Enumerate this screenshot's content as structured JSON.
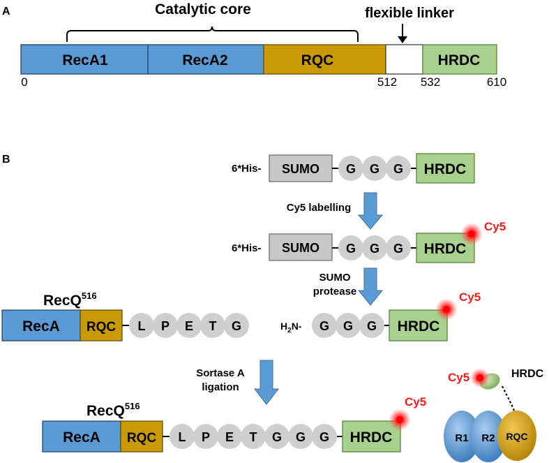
{
  "panel_a": {
    "panel_letter": "A",
    "bracket_label": "Catalytic core",
    "linker_label": "flexible linker",
    "domains": [
      {
        "label": "RecA1",
        "color": "#5b9bd5"
      },
      {
        "label": "RecA2",
        "color": "#5b9bd5"
      },
      {
        "label": "RQC",
        "color": "#c99a06"
      },
      {
        "label": "",
        "color": "#ffffff"
      },
      {
        "label": "HRDC",
        "color": "#a9d18e"
      }
    ],
    "positions": [
      "0",
      "512",
      "532",
      "610"
    ]
  },
  "panel_b": {
    "panel_letter": "B",
    "his_tag": "6*His-",
    "sumo": "SUMO",
    "hrdc": "HRDC",
    "gly": "G",
    "cy5": "Cy5",
    "step1_label": "Cy5 labelling",
    "step2_label": [
      "SUMO",
      "protease"
    ],
    "step3_label": [
      "Sortase A",
      "ligation"
    ],
    "amine": {
      "base": "H",
      "sub": "2",
      "tail": "N-"
    },
    "recq_name": {
      "base": "RecQ",
      "sup": "516"
    },
    "reca": "RecA",
    "rqc": "RQC",
    "lpetg": [
      "L",
      "P",
      "E",
      "T",
      "G"
    ],
    "product_tail": [
      "L",
      "P",
      "E",
      "T",
      "G",
      "G",
      "G"
    ],
    "model": {
      "r1": "R1",
      "r2": "R2",
      "rqc": "RQC",
      "hrdc": "HRDC",
      "cy5": "Cy5"
    }
  },
  "colors": {
    "reca_blue": "#5b9bd5",
    "rqc_gold": "#c99a06",
    "hrdc_green": "#a9d18e",
    "sumo_gray": "#c8c8c8",
    "circle_gray": "#cfcfcf",
    "cy5_red": "#ff1a1a",
    "arrow_blue": "#5b9bd5"
  }
}
